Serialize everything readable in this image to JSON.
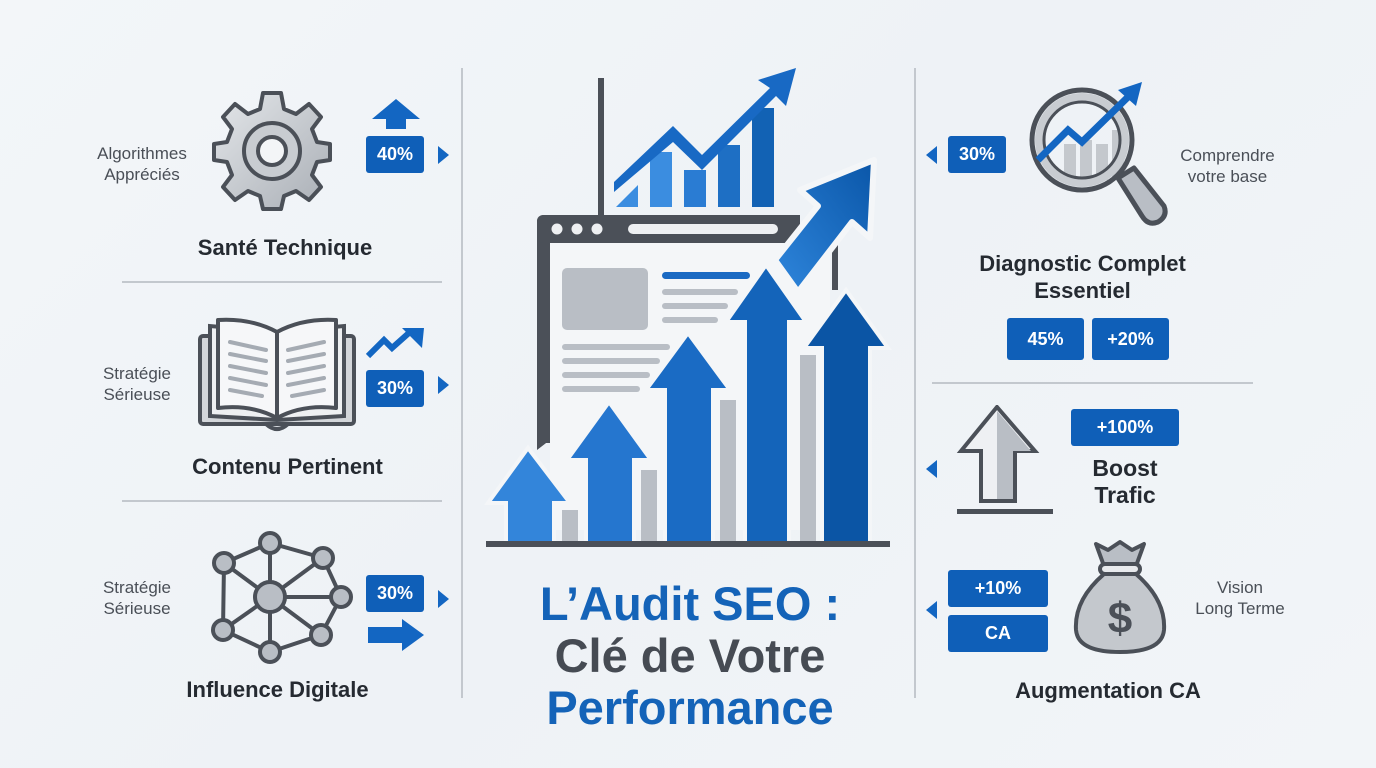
{
  "title": {
    "line1": "L’Audit SEO :",
    "line2": "Clé de Votre",
    "line3": "Performance"
  },
  "colors": {
    "primary_blue": "#0f5fb8",
    "accent_blue": "#1976d2",
    "dark_text": "#252a31",
    "gray_icon": "#b9bec5",
    "icon_outline": "#4b5058",
    "background": "#f2f5f8"
  },
  "left_panel": {
    "items": [
      {
        "side_text_1": "Algorithmes",
        "side_text_2": "Appréciés",
        "icon": "gear-icon",
        "badge": "40%",
        "trend_icon": "up-arrow-icon",
        "heading": "Santé Technique"
      },
      {
        "side_text_1": "Stratégie",
        "side_text_2": "Sérieuse",
        "icon": "open-book-icon",
        "badge": "30%",
        "trend_icon": "trend-up-icon",
        "heading": "Contenu Pertinent"
      },
      {
        "side_text_1": "Stratégie",
        "side_text_2": "Sérieuse",
        "icon": "network-icon",
        "badge": "30%",
        "trend_icon": "right-arrow-icon",
        "heading": "Influence Digitale"
      }
    ]
  },
  "right_panel": {
    "items": [
      {
        "badge": "30%",
        "icon": "magnifier-chart-icon",
        "side_text_1": "Comprendre",
        "side_text_2": "votre base",
        "heading_1": "Diagnostic Complet",
        "heading_2": "Essentiel",
        "sub_badges": [
          "45%",
          "+20%"
        ]
      },
      {
        "icon": "upload-arrow-icon",
        "badge": "+100%",
        "heading_1": "Boost",
        "heading_2": "Trafic"
      },
      {
        "badges": [
          "+10%",
          "CA"
        ],
        "icon": "money-bag-icon",
        "side_text_1": "Vision",
        "side_text_2": "Long Terme",
        "heading": "Augmentation CA"
      }
    ]
  }
}
